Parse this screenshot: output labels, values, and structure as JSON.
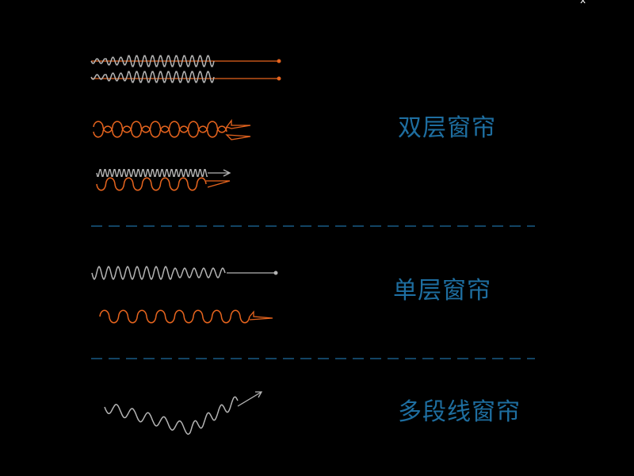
{
  "labels": {
    "double_layer": "双层窗帘",
    "single_layer": "单层窗帘",
    "polyline": "多段线窗帘"
  },
  "cursor_glyph": "x",
  "colors": {
    "background": "#000000",
    "gray_line": "#b4b4b4",
    "orange_line": "#e6641e",
    "separator": "#1e6ea0",
    "label_text": "#1e6ea0"
  },
  "icons": [
    "double-curtain-track-icon",
    "double-curtain-orange-icon",
    "double-curtain-mixed-icon",
    "single-curtain-gray-icon",
    "single-curtain-orange-icon",
    "polyline-curtain-icon"
  ]
}
